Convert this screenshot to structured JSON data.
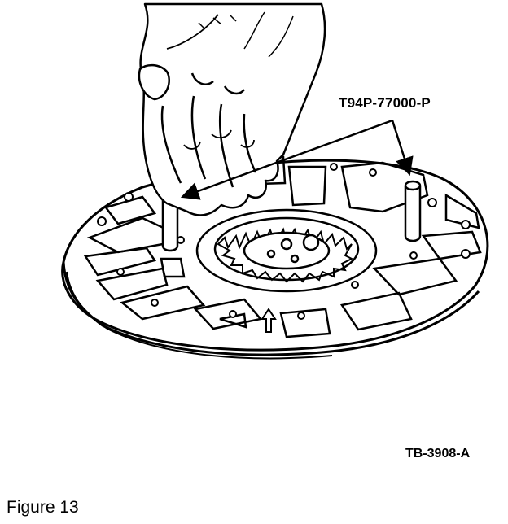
{
  "diagram": {
    "callout": "T94P-77000-P",
    "reference_code": "TB-3908-A",
    "caption": "Figure 13"
  }
}
